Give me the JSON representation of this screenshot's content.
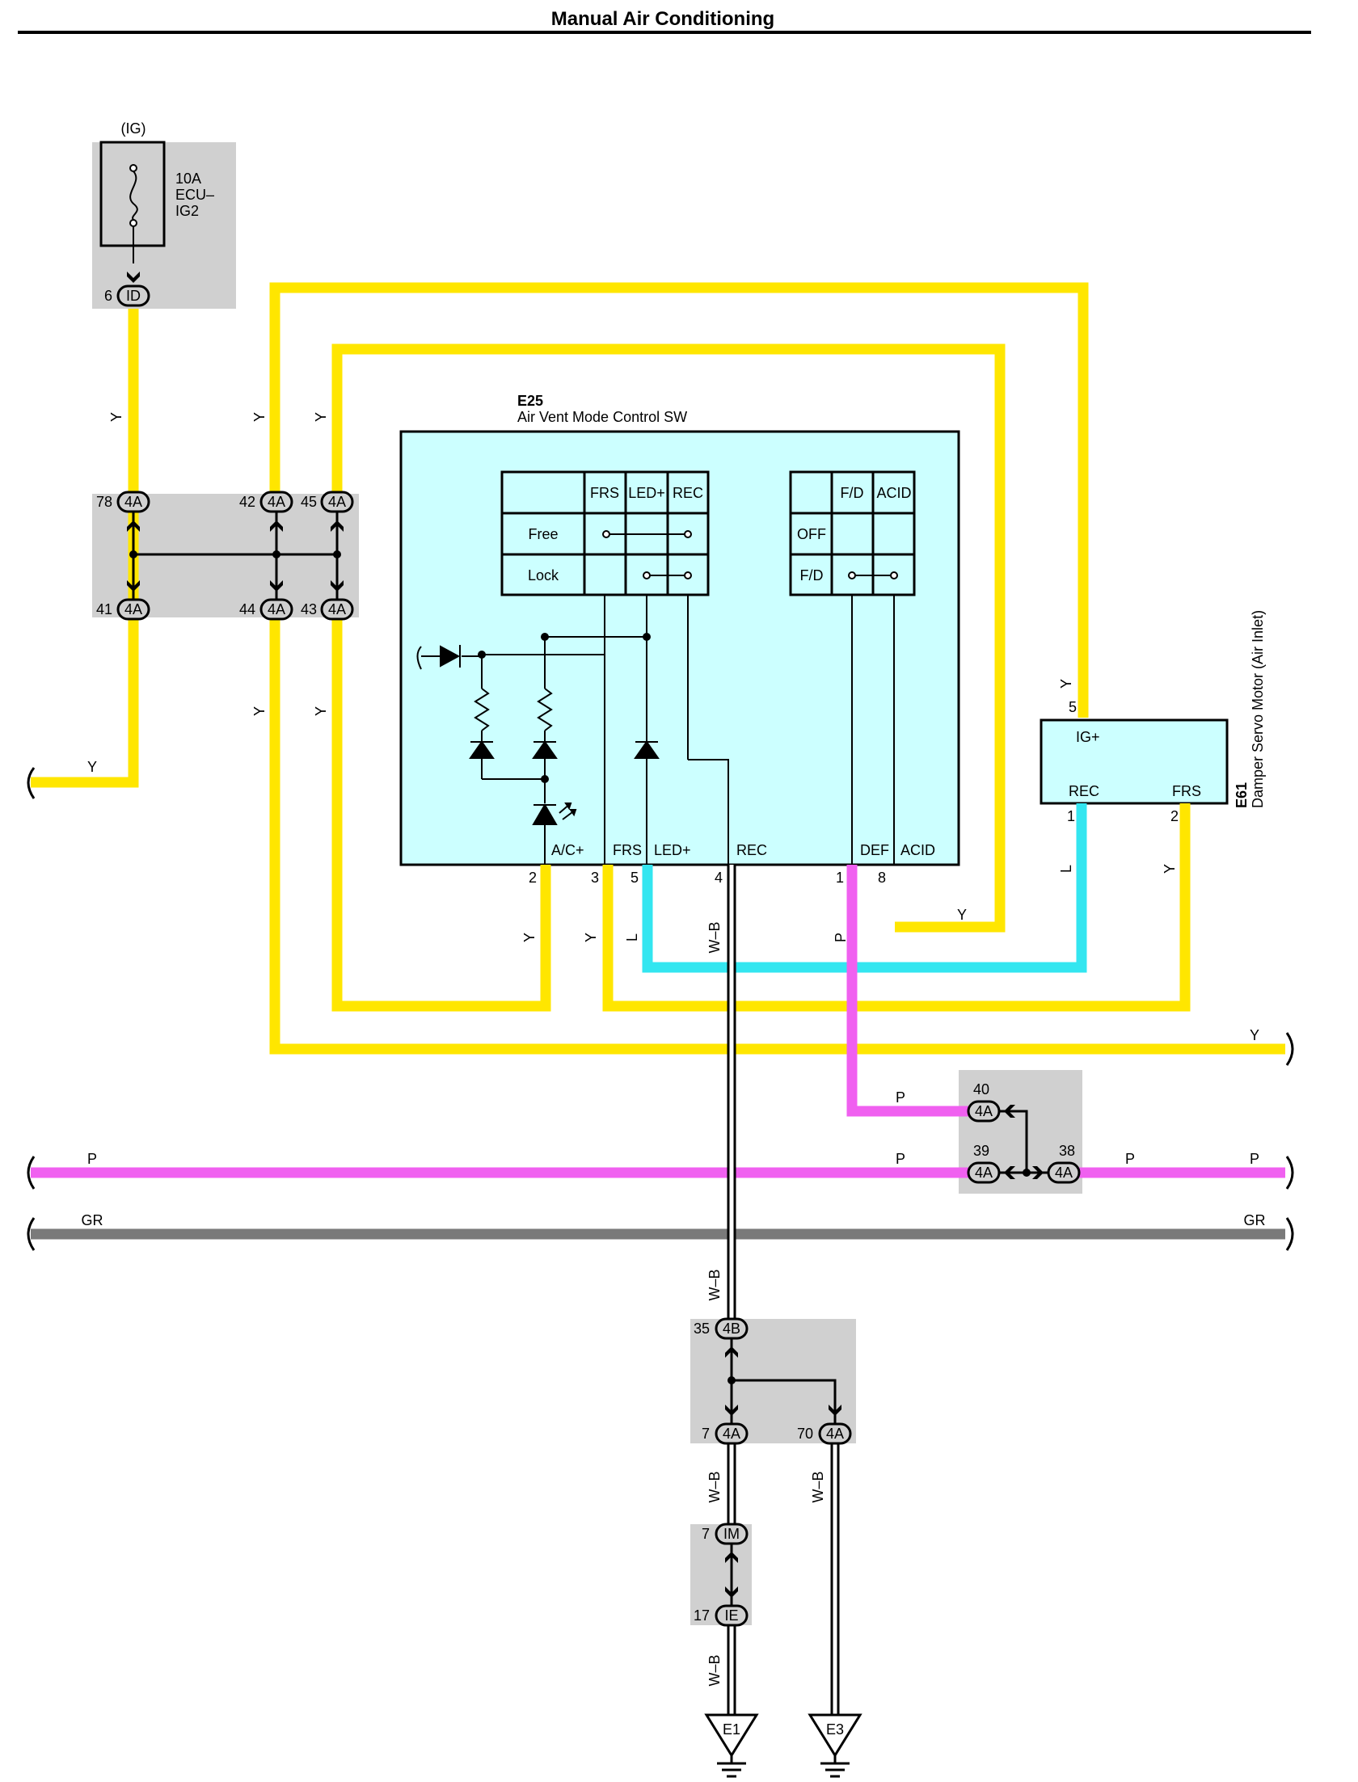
{
  "title": "Manual Air Conditioning",
  "colors": {
    "Y": "#ffe600",
    "P": "#f060f0",
    "L": "#33e6f0",
    "GR": "#7a7a7a",
    "W-B": "#ffffff",
    "junction_bg": "#d0d0d0",
    "component_bg": "#ccffff"
  },
  "fuse": {
    "supply": "(IG)",
    "rating": "10A",
    "name_line1": "ECU–",
    "name_line2": "IG2",
    "pin": "6",
    "connector": "ID"
  },
  "connectors": {
    "4A": "4A",
    "4B": "4B",
    "IM": "IM",
    "IE": "IE"
  },
  "junction_pins": {
    "p78": "78",
    "p42": "42",
    "p45": "45",
    "p41": "41",
    "p44": "44",
    "p43": "43",
    "p40": "40",
    "p39": "39",
    "p38": "38",
    "p35": "35",
    "p7": "7",
    "p70": "70",
    "im7": "7",
    "ie17": "17"
  },
  "switch": {
    "code": "E25",
    "name": "Air Vent Mode Control SW",
    "table1": {
      "headers": [
        "FRS",
        "LED+",
        "REC"
      ],
      "rows": [
        "Free",
        "Lock"
      ]
    },
    "table2": {
      "headers": [
        "F/D",
        "ACID"
      ],
      "rows": [
        "OFF",
        "F/D"
      ]
    },
    "terminals": [
      {
        "label": "A/C+",
        "pin": "2"
      },
      {
        "label": "FRS",
        "pin": "3"
      },
      {
        "label": "LED+",
        "pin": "5"
      },
      {
        "label": "REC",
        "pin": "4"
      },
      {
        "label": "DEF",
        "pin": "1"
      },
      {
        "label": "ACID",
        "pin": "8"
      }
    ]
  },
  "motor": {
    "code": "E61",
    "name": "Damper Servo Motor (Air Inlet)",
    "ig_label": "IG+",
    "ig_pin": "5",
    "rec_label": "REC",
    "rec_pin": "1",
    "frs_label": "FRS",
    "frs_pin": "2"
  },
  "wires": {
    "Y": "Y",
    "P": "P",
    "L": "L",
    "GR": "GR",
    "WB": "W–B"
  },
  "grounds": {
    "e1": "E1",
    "e3": "E3"
  }
}
